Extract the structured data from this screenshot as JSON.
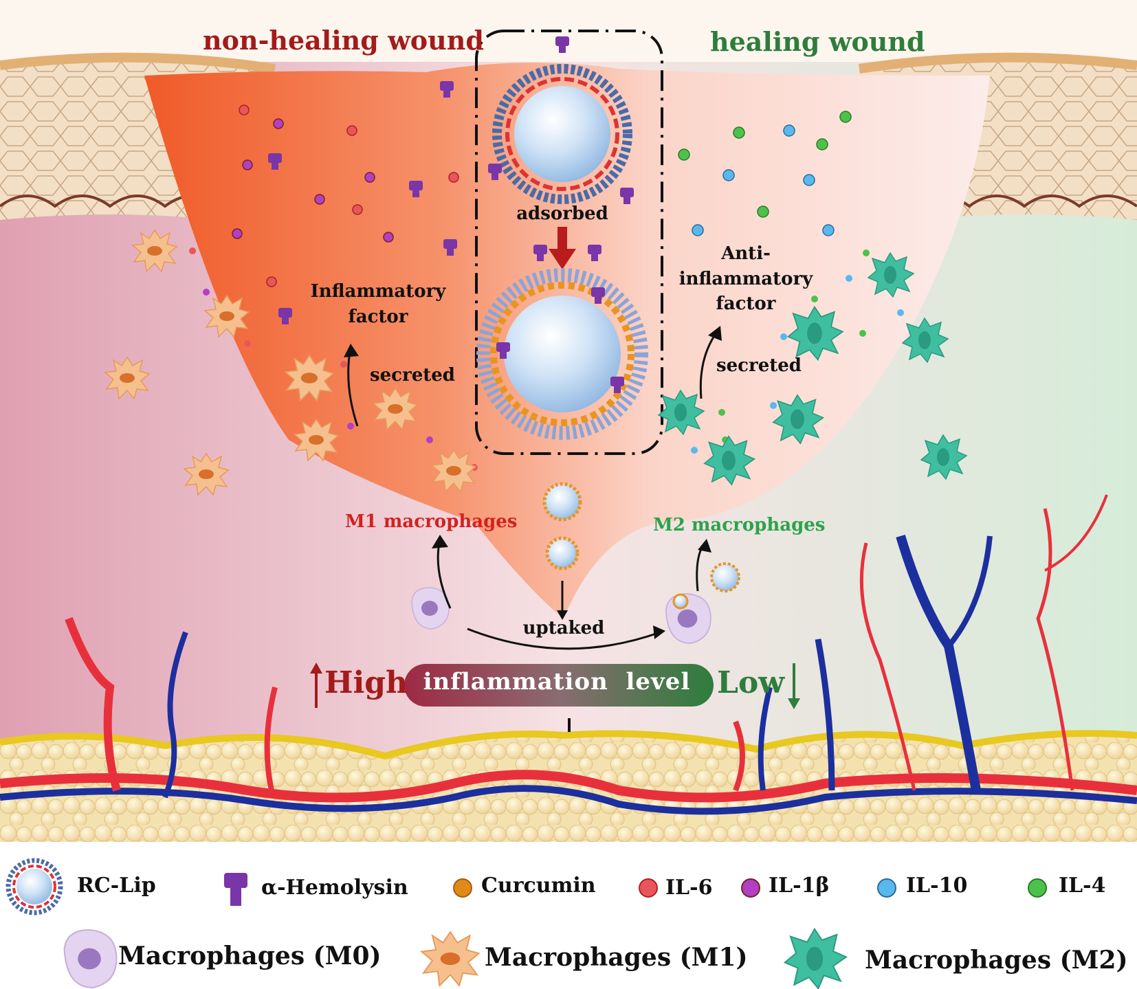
{
  "titles": {
    "left": "non-healing wound",
    "right": "healing wound"
  },
  "center": {
    "adsorbed": "adsorbed",
    "uptaked": "uptaked"
  },
  "left": {
    "factor_line1": "Inflammatory",
    "factor_line2": "factor",
    "secreted": "secreted",
    "macrophages": "M1 macrophages"
  },
  "right": {
    "factor_line1": "Anti-",
    "factor_line2": "inflammatory",
    "factor_line3": "factor",
    "secreted": "secreted",
    "macrophages": "M2 macrophages"
  },
  "inflammation": {
    "high": "High",
    "label": "inflammation  level",
    "low": "Low"
  },
  "legend": {
    "row1": [
      {
        "icon": "rc-lip-icon",
        "label": "RC-Lip"
      },
      {
        "icon": "alpha-hemolysin-icon",
        "label": "α-Hemolysin"
      },
      {
        "icon": "curcumin-icon",
        "label": "Curcumin"
      },
      {
        "icon": "il6-icon",
        "label": "IL-6"
      },
      {
        "icon": "il1b-icon",
        "label": "IL-1β"
      },
      {
        "icon": "il10-icon",
        "label": "IL-10"
      },
      {
        "icon": "il4-icon",
        "label": "IL-4"
      }
    ],
    "row2": [
      {
        "icon": "m0-macrophage-icon",
        "label": "Macrophages (M0)"
      },
      {
        "icon": "m1-macrophage-icon",
        "label": "Macrophages (M1)"
      },
      {
        "icon": "m2-macrophage-icon",
        "label": "Macrophages (M2)"
      }
    ]
  },
  "colors": {
    "non_healing_title": "#a31b1b",
    "healing_title": "#2e7d3c",
    "m1_label": "#d42020",
    "m2_label": "#2aa34a",
    "wound_left": "#f05a28",
    "wound_right": "#fbe4e0",
    "il6": "#e8565c",
    "il1b": "#b23fc4",
    "il10": "#5ab8ee",
    "il4": "#4cc24a",
    "curcumin": "#e08a18",
    "hemolysin": "#7a35a8",
    "m1_cell": "#f6c08e",
    "m2_cell": "#3fbfa0",
    "m0_cell": "#d8c4e8",
    "bar_high": "#9e2a45",
    "bar_low": "#2e7d3c",
    "artery": "#e8303c",
    "vein": "#1c2f9e"
  }
}
